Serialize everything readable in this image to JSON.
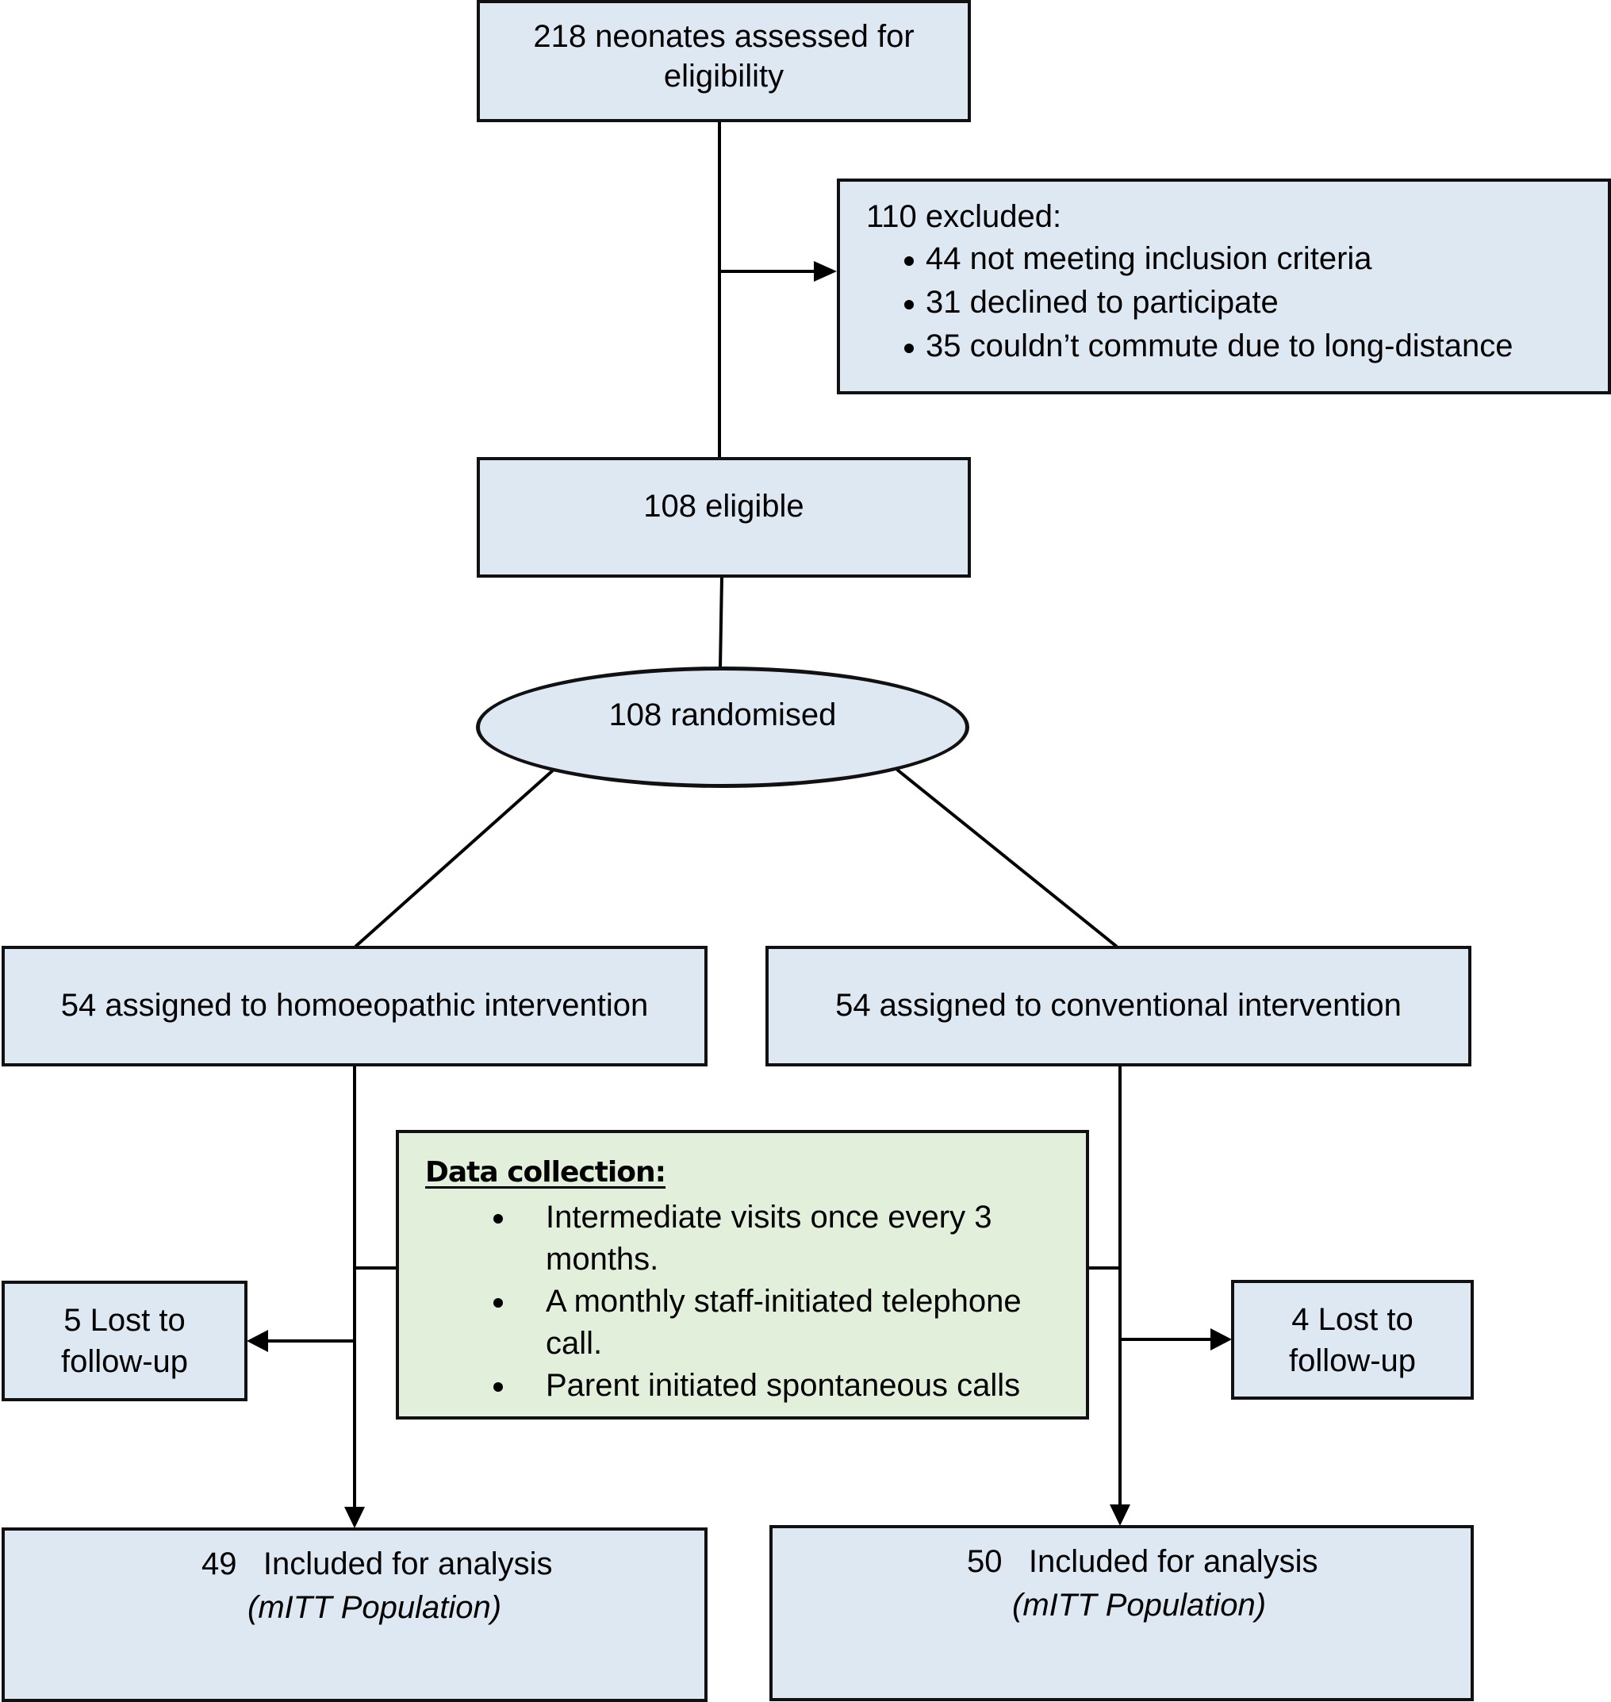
{
  "diagram": {
    "type": "CONSORT flow diagram",
    "colors": {
      "box_fill": "#dee8f3",
      "data_collection_fill": "#e2efda",
      "border": "#111111"
    },
    "assessed": {
      "line1": "218 neonates assessed for",
      "line2": "eligibility"
    },
    "excluded": {
      "title": "110 excluded:",
      "items": [
        "44 not meeting inclusion criteria",
        "31 declined to participate",
        "35 couldn’t commute due to long-distance"
      ]
    },
    "eligible": {
      "label": "108 eligible"
    },
    "randomised": {
      "label": "108 randomised"
    },
    "arms": {
      "homoeopathic": {
        "assigned": "54 assigned to homoeopathic intervention",
        "lost": {
          "line1": "5 Lost to",
          "line2": "follow-up"
        },
        "analysed": {
          "line1": "49   Included for analysis",
          "line2": "(mITT Population)"
        }
      },
      "conventional": {
        "assigned": "54 assigned to conventional intervention",
        "lost": {
          "line1": "4 Lost to",
          "line2": "follow-up"
        },
        "analysed": {
          "line1": "50   Included for analysis",
          "line2": "(mITT Population)"
        }
      }
    },
    "data_collection": {
      "title": "Data collection:",
      "items": [
        {
          "line1": "Intermediate visits once every 3",
          "line2": "months."
        },
        {
          "line1": "A monthly staff-initiated telephone",
          "line2": "call."
        },
        {
          "line1": "Parent initiated spontaneous calls",
          "line2": ""
        }
      ]
    }
  }
}
